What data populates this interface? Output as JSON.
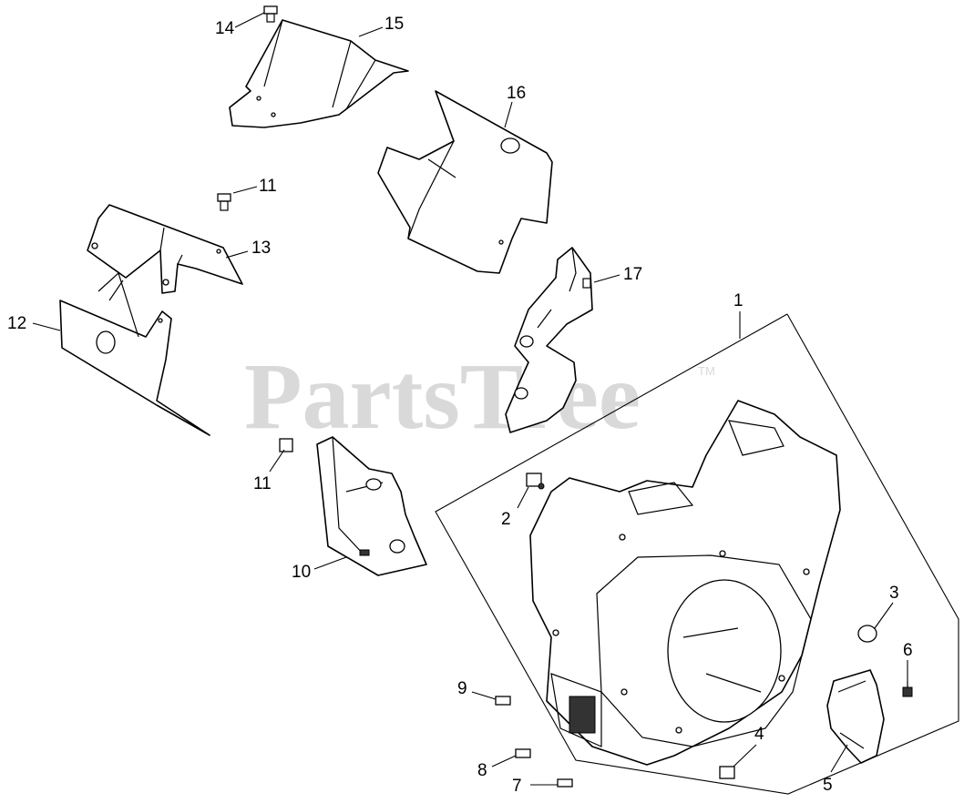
{
  "watermark": {
    "text": "PartsTree",
    "trademark": "TM"
  },
  "callouts": {
    "c1": "1",
    "c2": "2",
    "c3": "3",
    "c4": "4",
    "c5": "5",
    "c6": "6",
    "c7": "7",
    "c8": "8",
    "c9": "9",
    "c10": "10",
    "c11a": "11",
    "c11b": "11",
    "c12": "12",
    "c13": "13",
    "c14": "14",
    "c15": "15",
    "c16": "16",
    "c17": "17"
  },
  "colors": {
    "line": "#000000",
    "background": "#ffffff",
    "watermark": "#d9d9d9"
  }
}
